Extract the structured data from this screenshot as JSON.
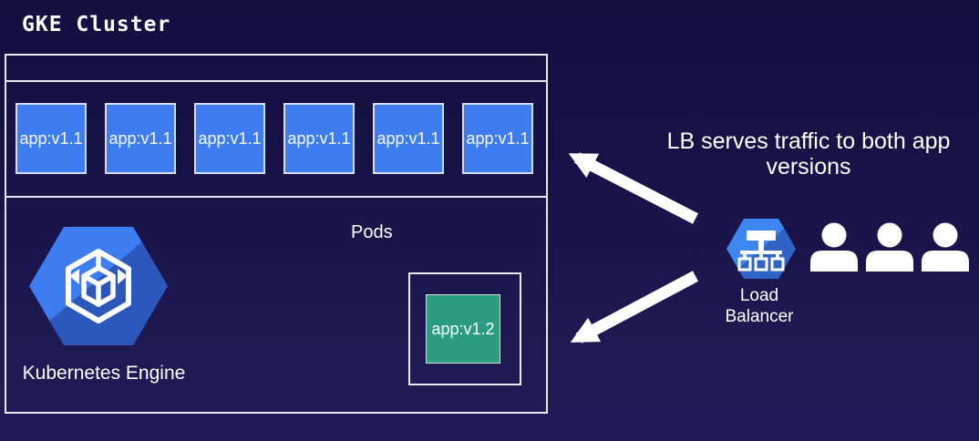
{
  "title": "GKE Cluster",
  "cluster": {
    "pods_section_label": "Pods",
    "engine_label": "Kubernetes Engine",
    "pods_v11": [
      {
        "label": "app:v1.1"
      },
      {
        "label": "app:v1.1"
      },
      {
        "label": "app:v1.1"
      },
      {
        "label": "app:v1.1"
      },
      {
        "label": "app:v1.1"
      },
      {
        "label": "app:v1.1"
      }
    ],
    "pod_v12": {
      "label": "app:v1.2"
    }
  },
  "annotation": {
    "text": "LB serves traffic to both app versions"
  },
  "load_balancer": {
    "label": "Load Balancer"
  },
  "users": {
    "count": 3
  },
  "icons": {
    "kubernetes_engine": "hexagon-with-cube",
    "load_balancer": "hexagon-with-network-tree",
    "user": "person-silhouette",
    "arrows": "white-thick-arrow"
  },
  "colors": {
    "background_top": "#131040",
    "background_bottom": "#231b57",
    "pod_blue": "#3e7cf1",
    "pod_green": "#2a9d80",
    "gcp_hexagon_blue": "#3e7cf1",
    "lb_hexagon_blue": "#3e86f2",
    "border_white": "#e9e9f2"
  }
}
